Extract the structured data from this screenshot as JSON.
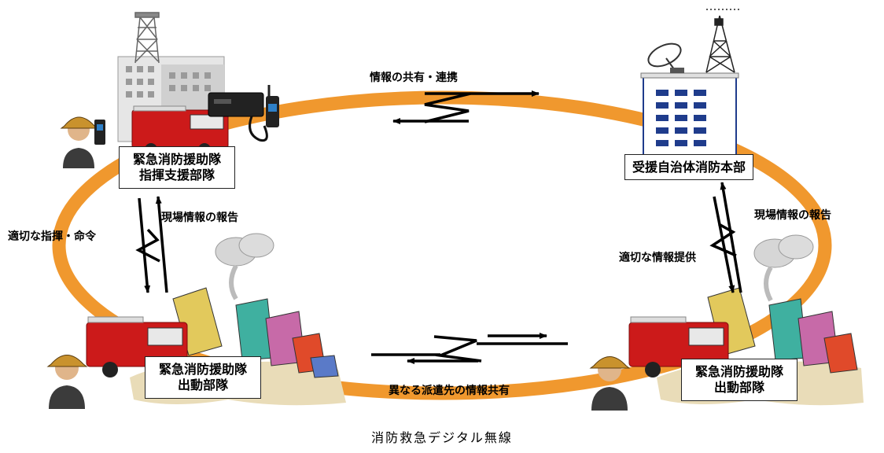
{
  "nodes": {
    "command_unit": {
      "line1": "緊急消防援助隊",
      "line2": "指揮支援部隊"
    },
    "hq": {
      "label": "受援自治体消防本部"
    },
    "dispatch_left": {
      "line1": "緊急消防援助隊",
      "line2": "出動部隊"
    },
    "dispatch_right": {
      "line1": "緊急消防援助隊",
      "line2": "出動部隊"
    }
  },
  "links": {
    "top": "情報の共有・連携",
    "left_down": "適切な指揮・命令",
    "left_up": "現場情報の報告",
    "right_down": "適切な情報提供",
    "right_up": "現場情報の報告",
    "bottom": "異なる派遣先の情報共有"
  },
  "caption": "消防救急デジタル無線",
  "colors": {
    "ring": "#f0982e",
    "building_window": "#1f3c8c",
    "truck": "#cc1a1a"
  }
}
